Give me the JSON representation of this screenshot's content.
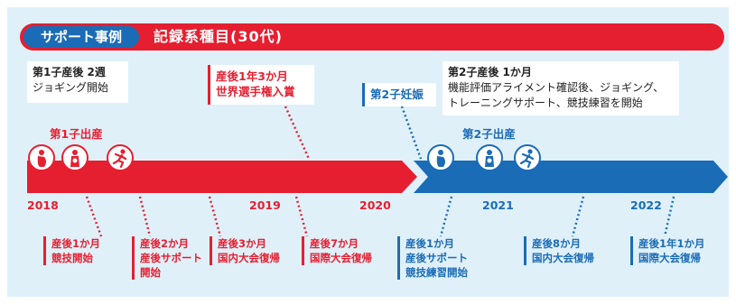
{
  "header": {
    "tag": "サポート事例",
    "title": "記録系種目(30代)"
  },
  "notes": {
    "jog_first": {
      "title": "第1子産後 2週",
      "text": "ジョギング開始"
    },
    "world_champ": {
      "title": "産後1年3か月",
      "text": "世界選手権入賞"
    },
    "second_preg": {
      "text": "第2子妊娠"
    },
    "second_post": {
      "title": "第2子産後 1か月",
      "line1": "機能評価アライメント確認後、ジョギング、",
      "line2": "トレーニングサポート、競技練習を開始"
    }
  },
  "births": {
    "first": "第1子出産",
    "second": "第2子出産"
  },
  "years": [
    "2018",
    "2019",
    "2020",
    "2021",
    "2022"
  ],
  "callouts": {
    "c1": [
      "産後1か月",
      "競技開始"
    ],
    "c2": [
      "産後2か月",
      "産後サポート",
      "開始"
    ],
    "c3": [
      "産後3か月",
      "国内大会復帰"
    ],
    "c4": [
      "産後7か月",
      "国際大会復帰"
    ],
    "c5": [
      "産後1か月",
      "産後サポート",
      "競技練習開始"
    ],
    "c6": [
      "産後8か月",
      "国内大会復帰"
    ],
    "c7": [
      "産後1年1か月",
      "国際大会復帰"
    ]
  },
  "colors": {
    "red": "#e61f30",
    "blue": "#1b6cb7",
    "panel_bg": "#dff0f9"
  },
  "icons": [
    "pregnant-icon",
    "mother-baby-icon",
    "running-icon"
  ]
}
